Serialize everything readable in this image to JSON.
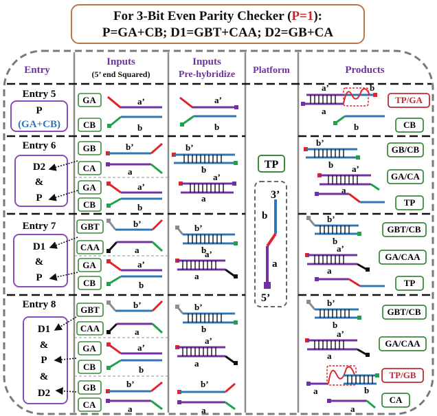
{
  "title": {
    "line1_prefix": "For 3-Bit Even Parity Checker (",
    "line1_highlight": "P=1",
    "line1_suffix": "):",
    "line2": "P=GA+CB; D1=GBT+CAA; D2=GB+CA"
  },
  "headers": {
    "entry": "Entry",
    "inputs": "Inputs",
    "inputs_sub": "(5’ end Squared)",
    "prehyb": "Inputs",
    "prehyb_sub": "Pre-hybridize",
    "platform": "Platform",
    "products": "Products"
  },
  "entries": {
    "e5": {
      "title": "Entry 5",
      "l1": "P",
      "l2": "(GA+CB)"
    },
    "e6": {
      "title": "Entry 6",
      "l1": "D2",
      "l2": "&",
      "l3": "P"
    },
    "e7": {
      "title": "Entry 7",
      "l1": "D1",
      "l2": "&",
      "l3": "P"
    },
    "e8": {
      "title": "Entry 8",
      "l1": "D1",
      "l2": "&",
      "l3": "P",
      "l4": "&",
      "l5": "D2"
    }
  },
  "strand_labels": {
    "GA": "GA",
    "CB": "CB",
    "GB": "GB",
    "CA": "CA",
    "GBT": "GBT",
    "CAA": "CAA",
    "a": "a",
    "a_prime": "a’",
    "b": "b",
    "b_prime": "b’"
  },
  "platform": {
    "label": "TP",
    "three_prime": "3’",
    "five_prime": "5’",
    "b": "b",
    "a": "a"
  },
  "products": {
    "e5": [
      "TP/GA",
      "CB"
    ],
    "e6": [
      "GB/CB",
      "GA/CA",
      "TP"
    ],
    "e7": [
      "GBT/CB",
      "GA/CAA",
      "TP"
    ],
    "e8": [
      "GBT/CB",
      "GA/CAA",
      "TP/GB",
      "CA"
    ]
  },
  "colors": {
    "red": "#e0242b",
    "purple": "#7030a0",
    "blue": "#2e75b6",
    "green": "#1fa24a",
    "black": "#111111",
    "gray": "#8c8c8c",
    "box_green": "#3a8a3a",
    "box_red": "#c0282e",
    "title_border": "#b8764a",
    "entry_box": "#8a4bbd",
    "dashed": "#7a7a7a"
  }
}
